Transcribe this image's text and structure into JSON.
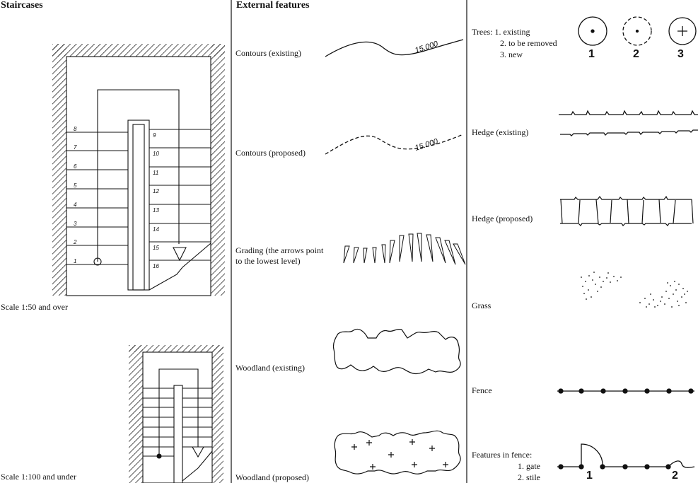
{
  "headings": {
    "staircases": "Staircases",
    "external_features": "External features"
  },
  "staircases": {
    "scale_large": "Scale 1:50 and over",
    "scale_small": "Scale 1:100 and under",
    "left_steps": [
      "8",
      "7",
      "6",
      "5",
      "4",
      "3",
      "2",
      "1"
    ],
    "right_steps": [
      "9",
      "10",
      "11",
      "12",
      "13",
      "14",
      "15",
      "16"
    ]
  },
  "external": {
    "contours_existing": "Contours (existing)",
    "contours_proposed": "Contours (proposed)",
    "contour_value": "15.000",
    "grading_line1": "Grading (the arrows point",
    "grading_line2": "to the lowest level)",
    "woodland_existing": "Woodland (existing)",
    "woodland_proposed": "Woodland (proposed)"
  },
  "right": {
    "trees_line1": "Trees: 1. existing",
    "trees_line2": "2. to be removed",
    "trees_line3": "3. new",
    "tree_numbers": [
      "1",
      "2",
      "3"
    ],
    "hedge_existing": "Hedge (existing)",
    "hedge_proposed": "Hedge (proposed)",
    "grass": "Grass",
    "fence": "Fence",
    "fence_features_line1": "Features in fence:",
    "fence_features_line2": "1. gate",
    "fence_features_line3": "2. stile",
    "fence_feature_numbers": [
      "1",
      "2"
    ]
  },
  "colors": {
    "ink": "#111111",
    "paper": "#ffffff"
  }
}
